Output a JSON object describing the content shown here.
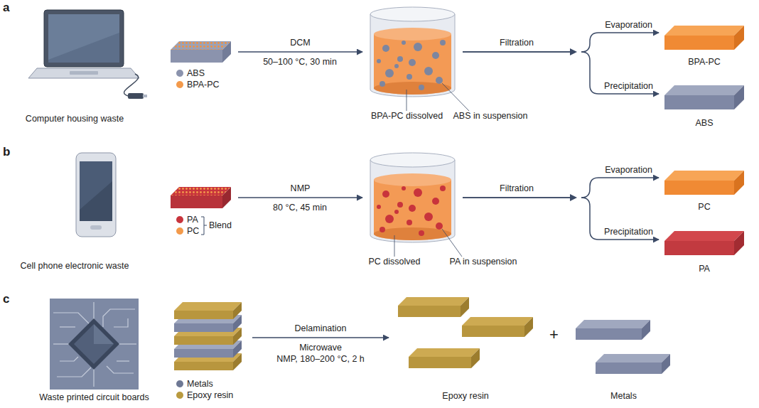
{
  "diagram": {
    "nodes": [
      {
        "text": [
          "Computer housing waste"
        ]
      },
      {
        "text": []
      },
      {
        "text": [
          "BPA-PC dissolved",
          "ABS in suspension"
        ]
      },
      {
        "text": [
          "BPA-PC"
        ]
      },
      {
        "text": [
          "ABS"
        ]
      },
      {
        "text": [
          "Cell phone electronic waste"
        ]
      },
      {
        "text": []
      },
      {
        "text": [
          "PC dissolved",
          "PA in suspension"
        ]
      },
      {
        "text": [
          "PC"
        ]
      },
      {
        "text": [
          "PA"
        ]
      },
      {
        "text": [
          "Waste printed circuit boards"
        ]
      },
      {
        "text": []
      },
      {
        "text": [
          "Epoxy resin"
        ]
      },
      {
        "text": [
          "Metals"
        ]
      }
    ],
    "edges": [
      {
        "from": 1,
        "to": 2,
        "arrow": "to",
        "label": "DCM"
      },
      {
        "from": 2,
        "to": 3,
        "arrow": "to",
        "label": "Evaporation"
      },
      {
        "from": 2,
        "to": 4,
        "arrow": "to",
        "label": "Precipitation"
      },
      {
        "from": 6,
        "to": 7,
        "arrow": "to",
        "label": "NMP"
      },
      {
        "from": 7,
        "to": 8,
        "arrow": "to",
        "label": "Evaporation"
      },
      {
        "from": 7,
        "to": 9,
        "arrow": "to",
        "label": "Precipitation"
      },
      {
        "from": 11,
        "to": 12,
        "arrow": "to",
        "label": "Delamination"
      }
    ],
    "labels": [
      "a",
      "50–100 °C, 30 min",
      "Filtration",
      "b",
      "Blend",
      "80 °C, 45 min",
      "Filtration",
      "c",
      "Microwave",
      "NMP, 180–200 °C, 2 h",
      "+"
    ],
    "legend": [
      {
        "text": "ABS",
        "color": "#8b93ad"
      },
      {
        "text": "BPA-PC",
        "color": "#f39a4b"
      },
      {
        "text": "PA",
        "color": "#c8343c"
      },
      {
        "text": "PC",
        "color": "#f39a4b"
      },
      {
        "text": "Metals",
        "color": "#6e7894"
      },
      {
        "text": "Epoxy resin",
        "color": "#b99a3f"
      }
    ]
  }
}
